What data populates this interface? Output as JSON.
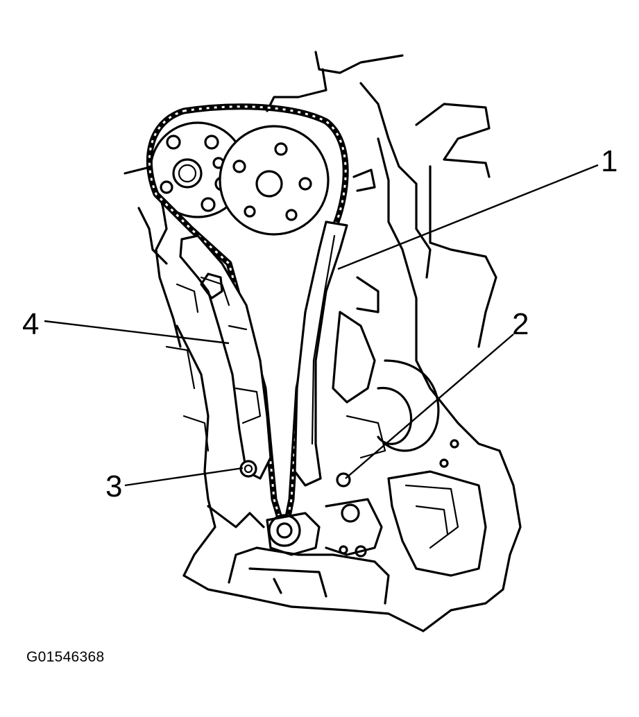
{
  "figure_id": "G01546368",
  "callouts": [
    {
      "label": "1"
    },
    {
      "label": "2"
    },
    {
      "label": "3"
    },
    {
      "label": "4"
    }
  ]
}
